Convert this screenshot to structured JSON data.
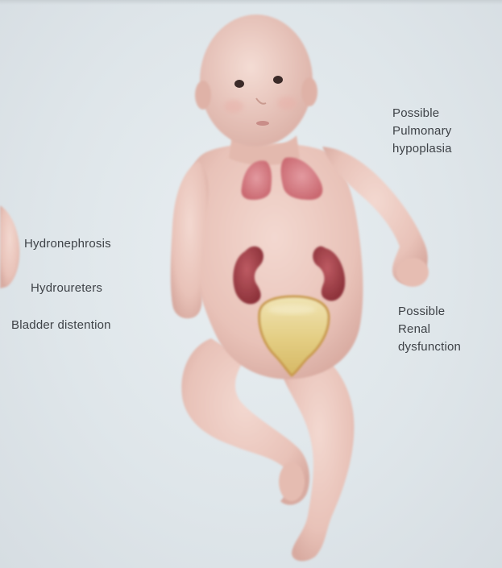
{
  "labels": {
    "pulmonary": [
      "Possible",
      "Pulmonary",
      "hypoplasia"
    ],
    "hydronephrosis": "Hydronephrosis",
    "hydroureters": "Hydroureters",
    "bladder": "Bladder distention",
    "renal": [
      "Possible",
      "Renal",
      "dysfunction"
    ]
  },
  "colors": {
    "skin": "#eac6bd",
    "skin_shadow": "#d9aca2",
    "lungs": "#d77c83",
    "kidneys": "#a6454d",
    "bladder_fill": "#e0cb86",
    "bladder_outline": "#c69a4e",
    "text": "#3e4247"
  }
}
